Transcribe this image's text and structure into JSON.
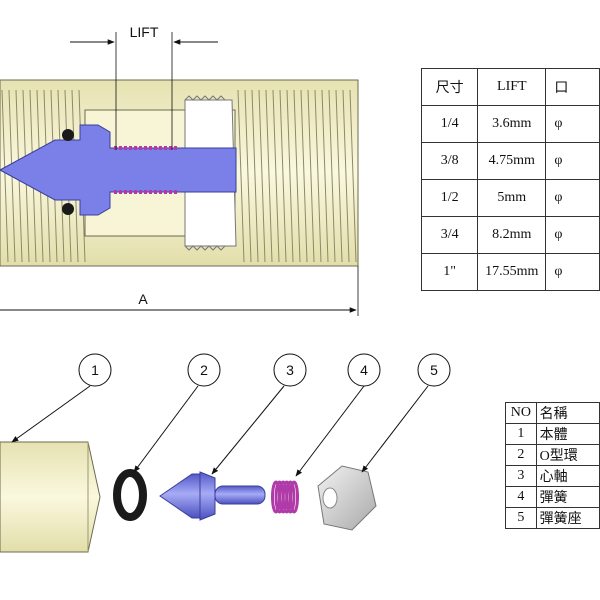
{
  "drawing": {
    "lift_label": "LIFT",
    "dimension_a_label": "A",
    "callouts": [
      "1",
      "2",
      "3",
      "4",
      "5"
    ]
  },
  "spec_table": {
    "headers": [
      "尺寸",
      "LIFT",
      "口"
    ],
    "rows": [
      [
        "1/4",
        "3.6mm",
        "φ"
      ],
      [
        "3/8",
        "4.75mm",
        "φ"
      ],
      [
        "1/2",
        "5mm",
        "φ"
      ],
      [
        "3/4",
        "8.2mm",
        "φ"
      ],
      [
        "1\"",
        "17.55mm",
        "φ"
      ]
    ]
  },
  "parts_table": {
    "headers": [
      "NO",
      "名稱"
    ],
    "rows": [
      [
        "1",
        "本體"
      ],
      [
        "2",
        "O型環"
      ],
      [
        "3",
        "心軸"
      ],
      [
        "4",
        "彈簧"
      ],
      [
        "5",
        "彈簧座"
      ]
    ]
  },
  "colors": {
    "body": "#f3f0c8",
    "thread_line": "#8c8a6a",
    "stem": "#7b80e8",
    "spring": "#b03aa8",
    "seat": "#d8d8d8",
    "oring": "#1a1a1a"
  }
}
